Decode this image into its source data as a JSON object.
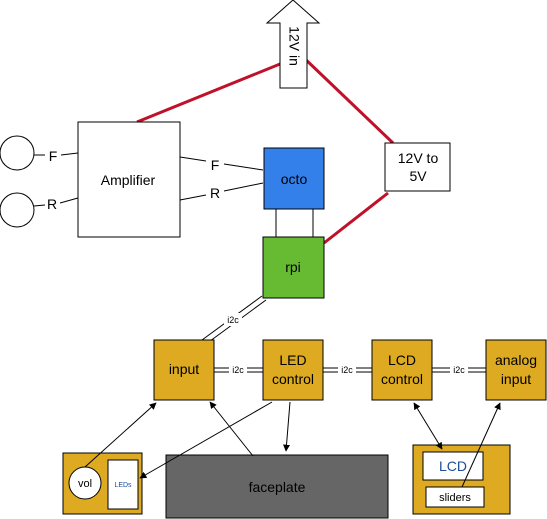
{
  "power_input": {
    "label": "12V in"
  },
  "amplifier": {
    "label": "Amplifier",
    "out_front": "F",
    "out_rear": "R",
    "in_front": "F",
    "in_rear": "R"
  },
  "converter": {
    "line1": "12V to",
    "line2": "5V"
  },
  "octo": {
    "label": "octo"
  },
  "rpi": {
    "label": "rpi"
  },
  "bus_label": "i2c",
  "input_board": {
    "label": "input"
  },
  "led_control": {
    "line1": "LED",
    "line2": "control"
  },
  "lcd_control": {
    "line1": "LCD",
    "line2": "control"
  },
  "analog_input": {
    "line1": "analog",
    "line2": "input"
  },
  "vol_panel": {
    "knob": "vol",
    "leds": "LEDs"
  },
  "faceplate": {
    "label": "faceplate"
  },
  "lcd_panel": {
    "screen": "LCD",
    "sliders": "sliders"
  },
  "colors": {
    "power_line": "#c0102a",
    "octo_fill": "#3380ea",
    "rpi_fill": "#66bb33",
    "board_fill": "#ddaa22",
    "faceplate_fill": "#666666",
    "leds_text": "#1a4d99",
    "lcd_text": "#1a4d99"
  }
}
